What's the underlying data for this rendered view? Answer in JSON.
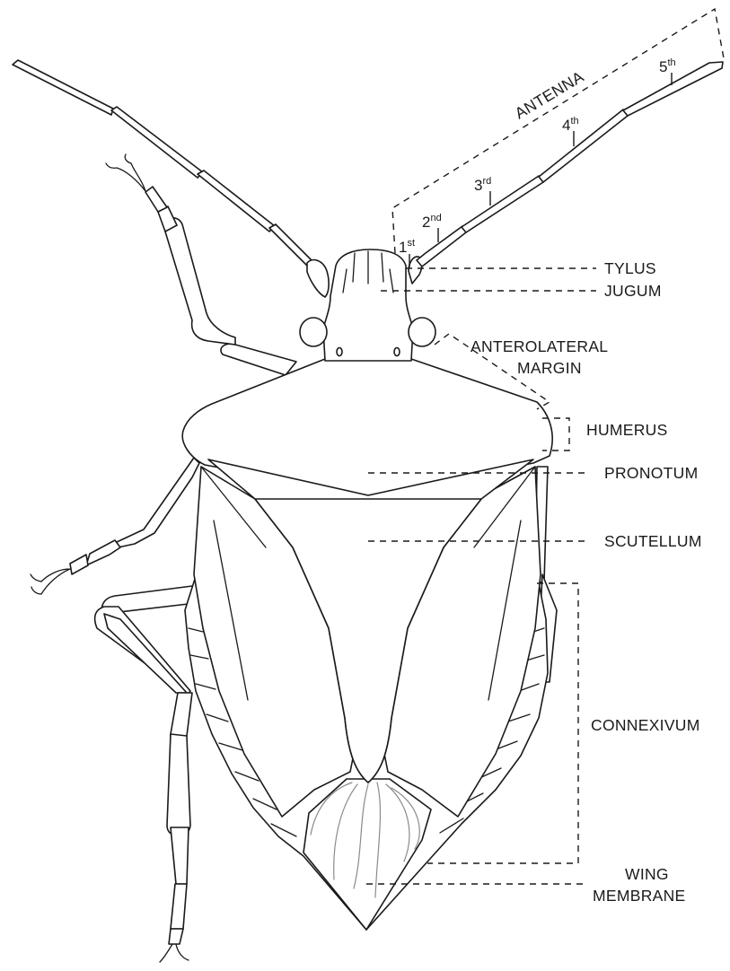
{
  "labels": {
    "antenna": "ANTENNA",
    "tylus": "TYLUS",
    "jugum": "JUGUM",
    "anterolateral_line1": "ANTEROLATERAL",
    "anterolateral_line2": "MARGIN",
    "humerus": "HUMERUS",
    "pronotum": "PRONOTUM",
    "scutellum": "SCUTELLUM",
    "connexivum": "CONNEXIVUM",
    "wing_line1": "WING",
    "wing_line2": "MEMBRANE"
  },
  "antenna_segments": [
    {
      "num": "1",
      "sup": "st"
    },
    {
      "num": "2",
      "sup": "nd"
    },
    {
      "num": "3",
      "sup": "rd"
    },
    {
      "num": "4",
      "sup": "th"
    },
    {
      "num": "5",
      "sup": "th"
    }
  ]
}
